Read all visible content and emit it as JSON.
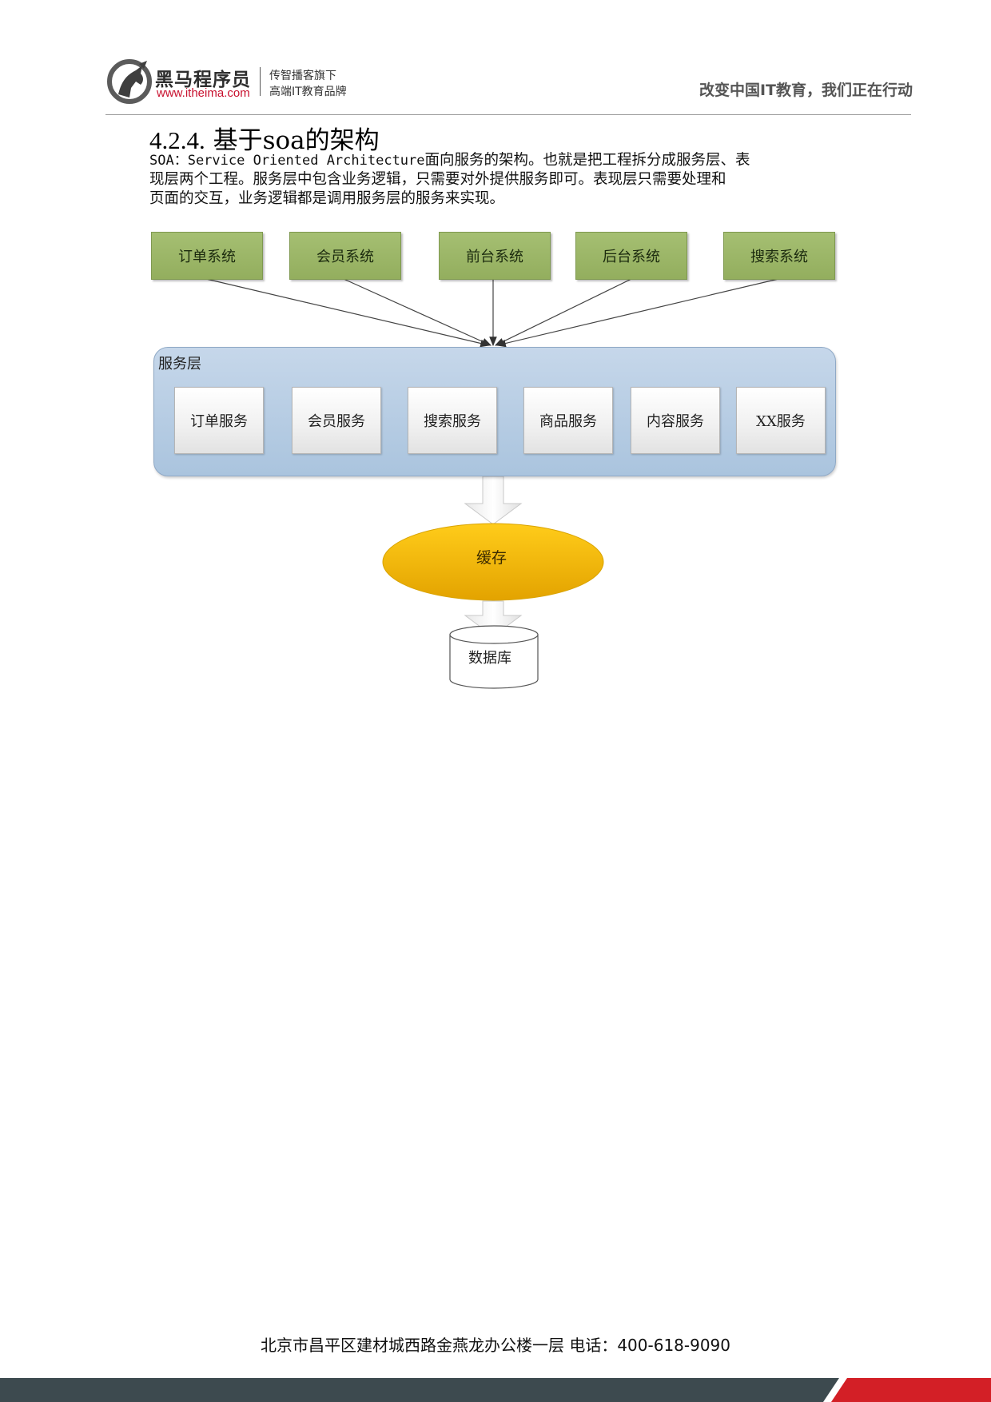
{
  "header": {
    "brand_name": "黑马程序员",
    "brand_url": "www.itheima.com",
    "brand_sub1": "传智播客旗下",
    "brand_sub2": "高端IT教育品牌",
    "slogan": "改变中国IT教育，我们正在行动"
  },
  "section": {
    "number": "4.2.4.",
    "title": "基于soa的架构",
    "para_line1_mono": "SOA：Service Oriented Architecture",
    "para_line1_rest": "面向服务的架构。也就是把工程拆分成服务层、表",
    "para_line2": "现层两个工程。服务层中包含业务逻辑，只需要对外提供服务即可。表现层只需要处理和",
    "para_line3": "页面的交互，业务逻辑都是调用服务层的服务来实现。"
  },
  "diagram": {
    "systems": [
      "订单系统",
      "会员系统",
      "前台系统",
      "后台系统",
      "搜索系统"
    ],
    "service_layer_label": "服务层",
    "services": [
      "订单服务",
      "会员服务",
      "搜索服务",
      "商品服务",
      "内容服务",
      "XX服务"
    ],
    "cache_label": "缓存",
    "database_label": "数据库",
    "colors": {
      "system_box": "#9bb566",
      "service_layer": "#b8cfe6",
      "cache": "#f0b400"
    }
  },
  "footer": {
    "address": "北京市昌平区建材城西路金燕龙办公楼一层   电话：400-618-9090",
    "bar_color": "#3d4a4f",
    "accent_color": "#d31f26"
  }
}
